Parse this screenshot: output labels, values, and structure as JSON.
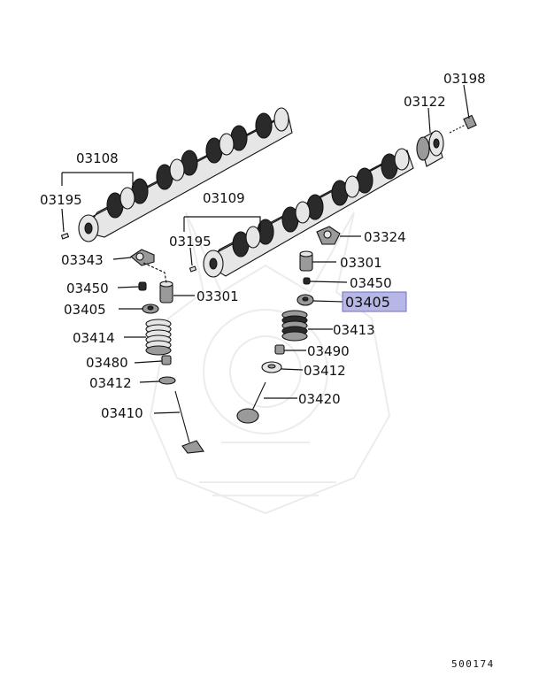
{
  "diagram": {
    "highlight_color": "#b6b7e6",
    "highlighted_part": "03405",
    "drawing_code": "500174",
    "parts": [
      {
        "id": "03198",
        "label": "03198"
      },
      {
        "id": "03122",
        "label": "03122"
      },
      {
        "id": "03108",
        "label": "03108"
      },
      {
        "id": "03195a",
        "label": "03195"
      },
      {
        "id": "03109",
        "label": "03109"
      },
      {
        "id": "03195b",
        "label": "03195"
      },
      {
        "id": "03324",
        "label": "03324"
      },
      {
        "id": "03343",
        "label": "03343"
      },
      {
        "id": "03301a",
        "label": "03301"
      },
      {
        "id": "03450a",
        "label": "03450"
      },
      {
        "id": "03301b",
        "label": "03301"
      },
      {
        "id": "03450b",
        "label": "03450"
      },
      {
        "id": "03405a",
        "label": "03405"
      },
      {
        "id": "03405b",
        "label": "03405"
      },
      {
        "id": "03414",
        "label": "03414"
      },
      {
        "id": "03413",
        "label": "03413"
      },
      {
        "id": "03480",
        "label": "03480"
      },
      {
        "id": "03490",
        "label": "03490"
      },
      {
        "id": "03412a",
        "label": "03412"
      },
      {
        "id": "03412b",
        "label": "03412"
      },
      {
        "id": "03410",
        "label": "03410"
      },
      {
        "id": "03420",
        "label": "03420"
      }
    ]
  }
}
